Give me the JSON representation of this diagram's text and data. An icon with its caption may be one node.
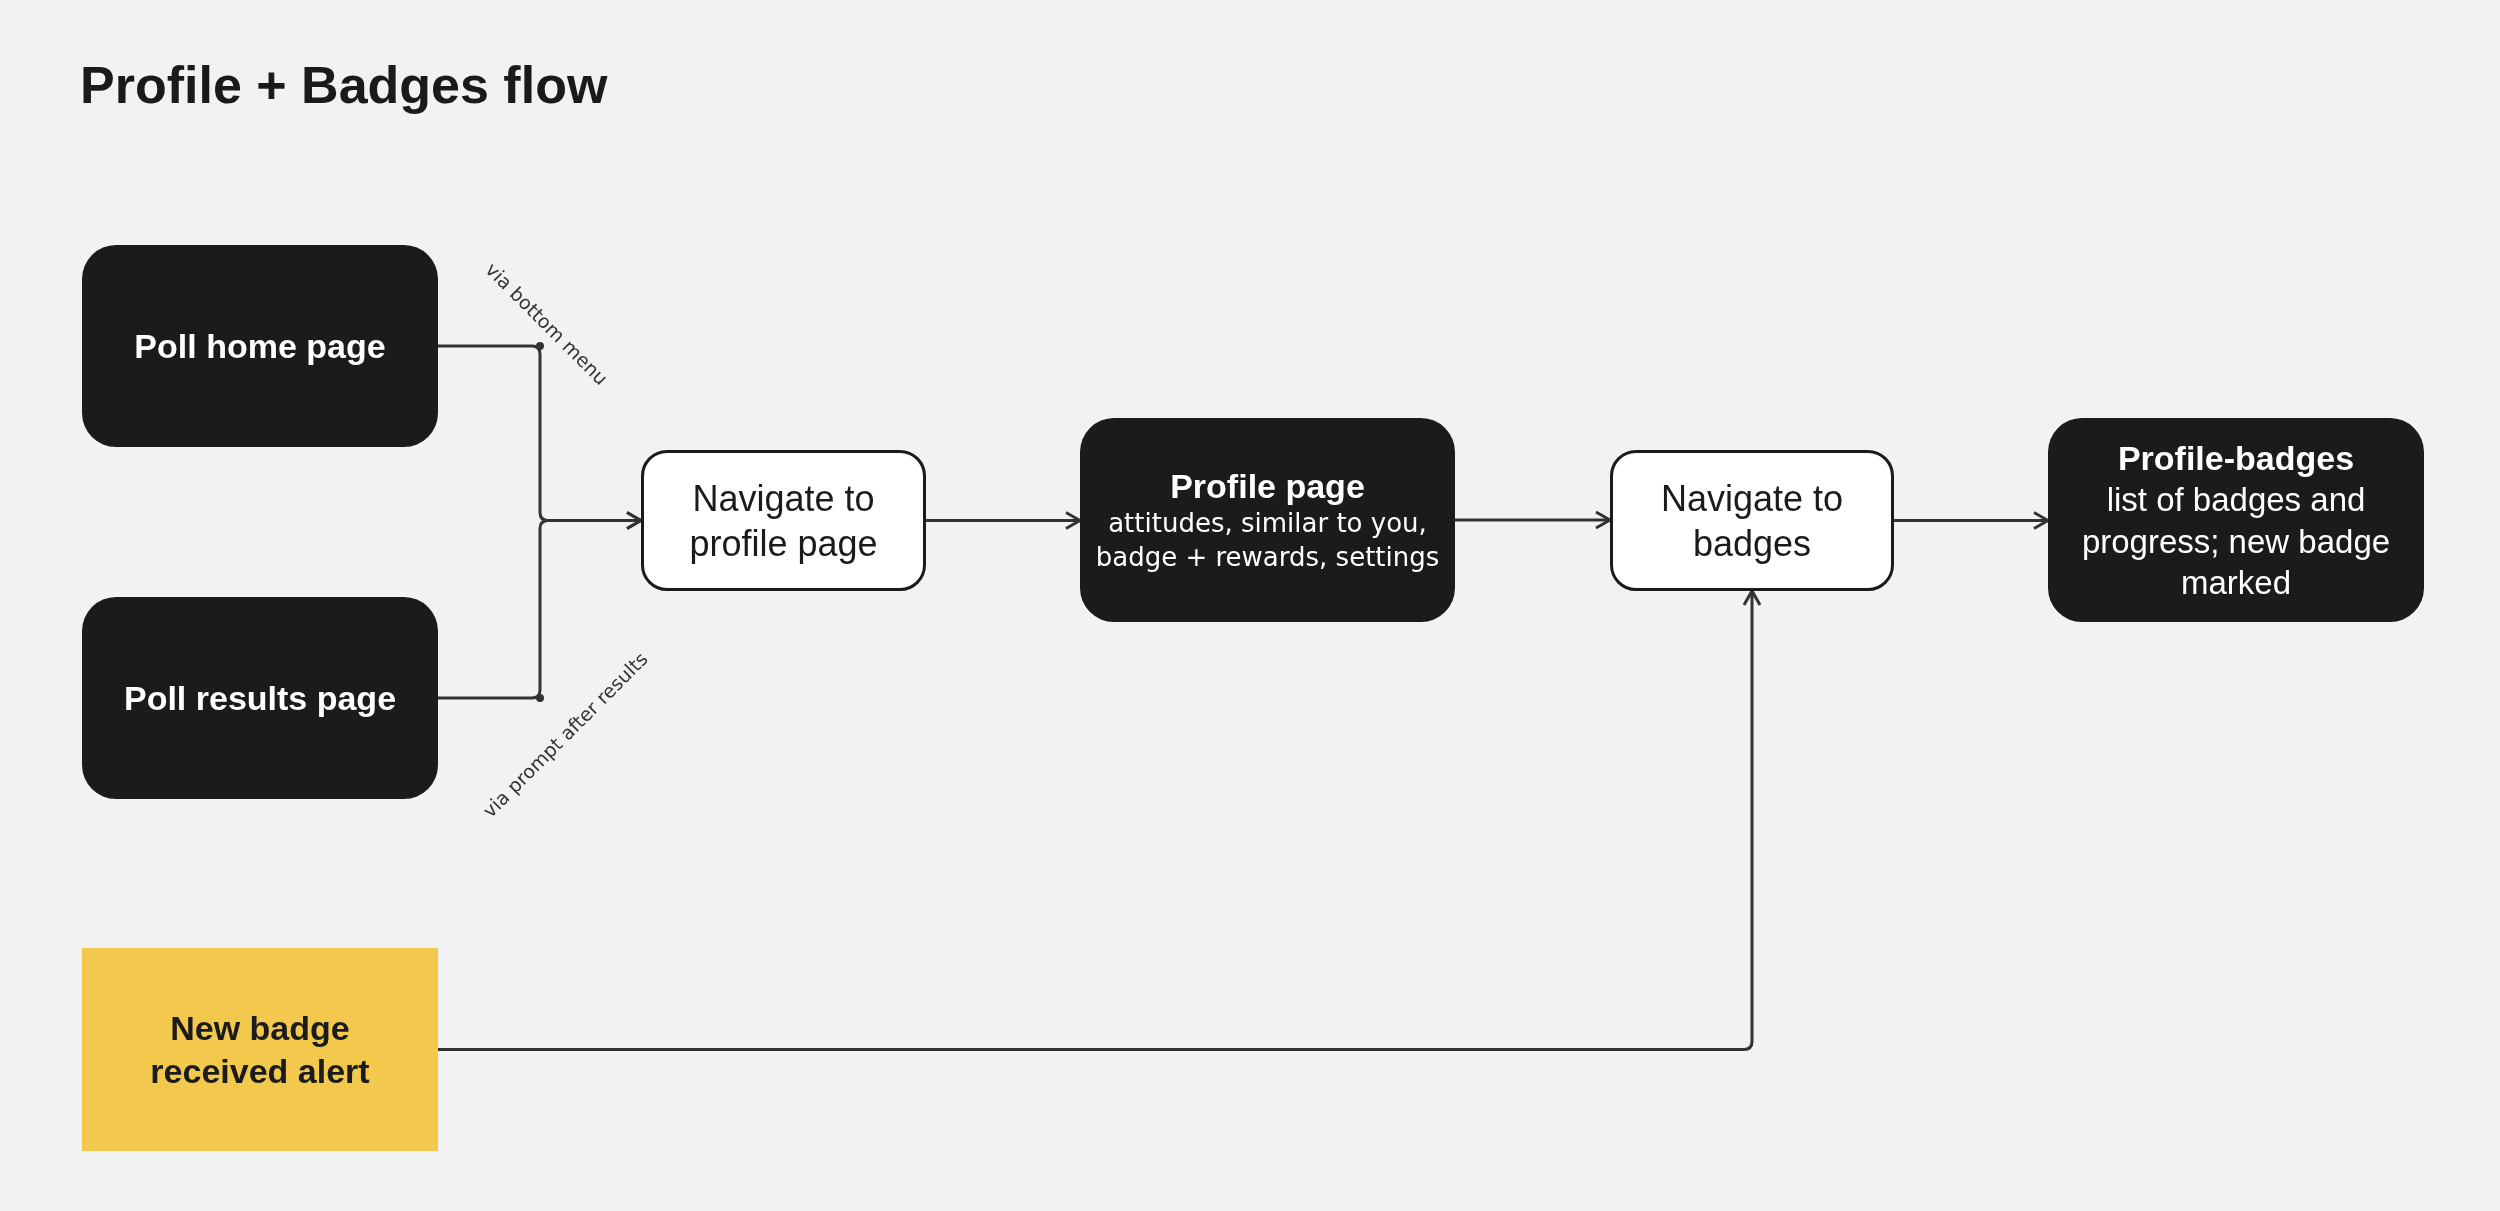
{
  "diagram": {
    "title": "Profile + Badges flow",
    "nodes": [
      {
        "text": [
          "Poll home page"
        ]
      },
      {
        "text": [
          "Poll results page"
        ]
      },
      {
        "text": [
          "Navigate to profile page"
        ]
      },
      {
        "text": [
          "Profile page",
          "attitudes, similar to you, badge + rewards, settings"
        ]
      },
      {
        "text": [
          "Navigate to badges"
        ]
      },
      {
        "text": [
          "Profile-badges",
          "list of badges and progress; new badge marked"
        ]
      },
      {
        "text": [
          "New badge received alert"
        ]
      }
    ],
    "edges": [
      {
        "from": 0,
        "to": 2,
        "arrow": "to",
        "label": "via bottom menu"
      },
      {
        "from": 1,
        "to": 2,
        "arrow": "to",
        "label": "via prompt after results"
      },
      {
        "from": 2,
        "to": 3,
        "arrow": "to"
      },
      {
        "from": 3,
        "to": 4,
        "arrow": "to"
      },
      {
        "from": 4,
        "to": 5,
        "arrow": "to"
      },
      {
        "from": 6,
        "to": 4,
        "arrow": "to"
      }
    ]
  }
}
